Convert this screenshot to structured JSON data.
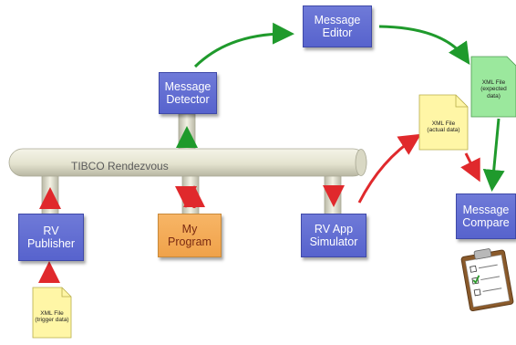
{
  "bus": {
    "label": "TIBCO Rendezvous"
  },
  "nodes": {
    "detector": "Message\nDetector",
    "editor": "Message\nEditor",
    "publisher": "RV\nPublisher",
    "program": "My\nProgram",
    "simulator": "RV App\nSimulator",
    "compare": "Message\nCompare"
  },
  "files": {
    "expected": "XML File\n(expected\ndata)",
    "actual": "XML File\n(actual data)",
    "trigger": "XML File\n(trigger data)"
  },
  "colors": {
    "node_blue": "#5f6bd1",
    "program_orange": "#f3a953",
    "arrow_green": "#1f9a2c",
    "arrow_red": "#e0292c",
    "file_yellow": "#fff6a6",
    "file_green": "#9be89d",
    "bus": "#e8e7d6"
  },
  "icons": {
    "checklist": "clipboard-checklist-icon"
  }
}
